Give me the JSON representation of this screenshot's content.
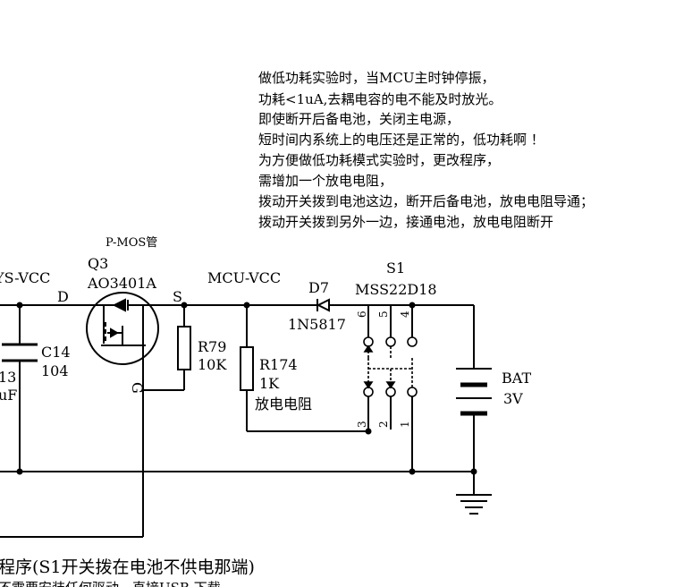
{
  "notes": [
    "做低功耗实验时，当MCU主时钟停振，",
    "功耗<1uA,去耦电容的电不能及时放光。",
    "即使断开后备电池，关闭主电源，",
    "短时间内系统上的电压还是正常的，低功耗啊 ！",
    "为方便做低功耗模式实验时，更改程序，",
    "需增加一个放电电阻，",
    "拨动开关拨到电池这边，断开后备电池，放电电阻导通；",
    "拨动开关拨到另外一边，接通电池，放电电阻断开"
  ],
  "components": {
    "q3": {
      "type_note": "P-MOS管",
      "ref": "Q3",
      "part": "AO3401A",
      "pin_d": "D",
      "pin_s": "S",
      "pin_g": "G"
    },
    "sys_vcc": "YS-VCC",
    "mcu_vcc": "MCU-VCC",
    "c14": {
      "ref": "C14",
      "value": "104"
    },
    "c13_partial": "13",
    "uf_partial": "uF",
    "r79": {
      "ref": "R79",
      "value": "10K"
    },
    "r174": {
      "ref": "R174",
      "value": "1K",
      "desc": "放电电阻"
    },
    "d7": {
      "ref": "D7",
      "part": "1N5817"
    },
    "s1": {
      "ref": "S1",
      "part": "MSS22D18",
      "pins": [
        "6",
        "5",
        "4",
        "3",
        "2",
        "1"
      ]
    },
    "bat": {
      "ref": "BAT",
      "value": "3V"
    }
  },
  "bottom_text": [
    "程序(S1开关拨在电池不供电那端)",
    "不需要安装任何驱动，直接USB 下载"
  ]
}
